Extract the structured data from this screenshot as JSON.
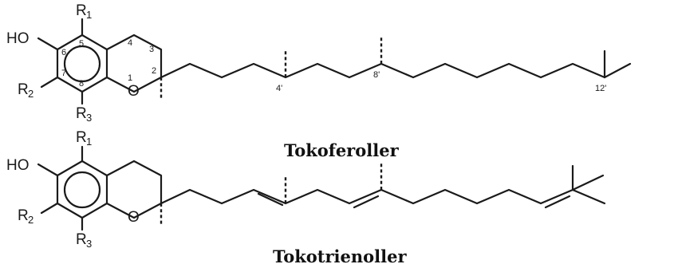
{
  "diagrams": [
    {
      "title": "Tokoferoller",
      "atoms": {
        "ho": "HO",
        "o": "O",
        "r1": "R",
        "r1_sub": "1",
        "r2": "R",
        "r2_sub": "2",
        "r3": "R",
        "r3_sub": "3"
      },
      "ring_numbers": [
        "1",
        "2",
        "3",
        "4",
        "5",
        "6",
        "7",
        "8"
      ],
      "chain_numbers": [
        "4'",
        "8'",
        "12'"
      ]
    },
    {
      "title": "Tokotrienoller",
      "atoms": {
        "ho": "HO",
        "o": "O",
        "r1": "R",
        "r1_sub": "1",
        "r2": "R",
        "r2_sub": "2",
        "r3": "R",
        "r3_sub": "3"
      }
    }
  ]
}
